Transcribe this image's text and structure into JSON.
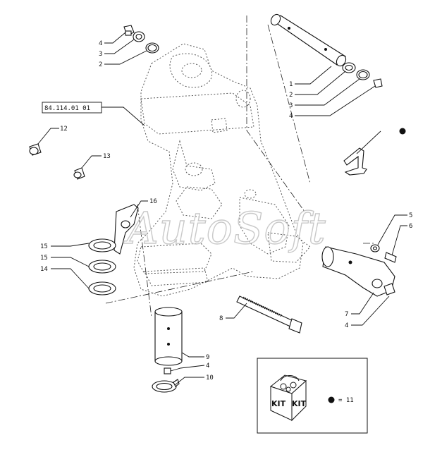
{
  "reference_box": "84.114.01 01",
  "labels": {
    "l4a": "4",
    "l3a": "3",
    "l2a": "2",
    "r1": "1",
    "r2": "2",
    "r3": "3",
    "r4": "4",
    "l12": "12",
    "l13": "13",
    "l16": "16",
    "l15a": "15",
    "l15b": "15",
    "l14": "14",
    "r5": "5",
    "r6": "6",
    "r7": "7",
    "r4b": "4",
    "l8": "8",
    "l9": "9",
    "l4c": "4",
    "l10": "10"
  },
  "legend": {
    "kit_text_1": "KIT",
    "kit_text_2": "KIT",
    "kit_note": "= 11"
  },
  "watermark": "AutoSoft"
}
